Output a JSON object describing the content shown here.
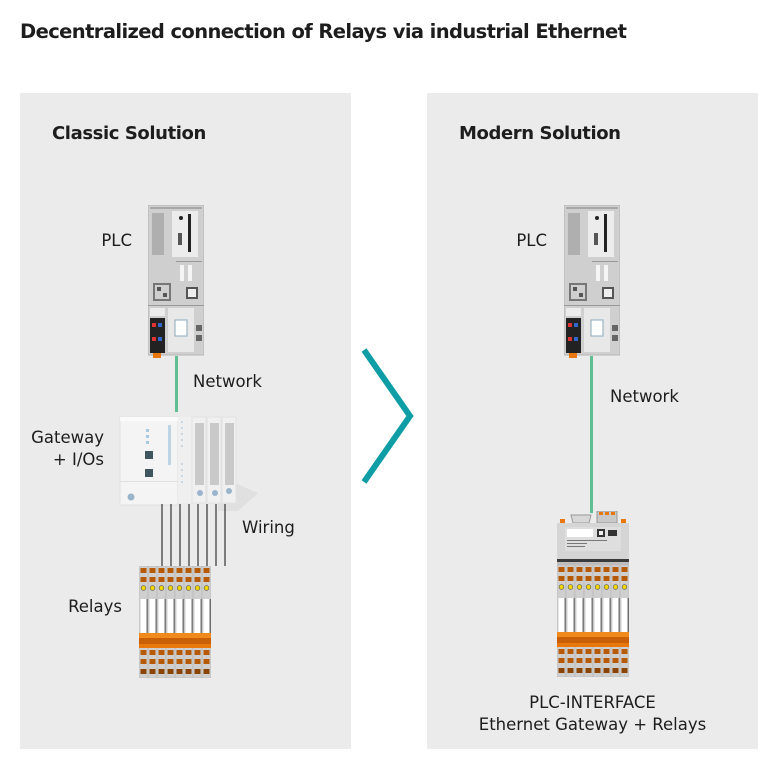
{
  "title": "Decentralized connection of Relays via industrial Ethernet",
  "colors": {
    "panel_bg": "#ebebeb",
    "network_cable": "#5fbf93",
    "arrow": "#0f9ea6",
    "relay_orange": "#e8770c",
    "led_yellow": "#f2d600"
  },
  "classic": {
    "heading": "Classic Solution",
    "plc_label": "PLC",
    "network_label": "Network",
    "gateway_label_line1": "Gateway",
    "gateway_label_line2": "+ I/Os",
    "wiring_label": "Wiring",
    "relays_label": "Relays",
    "relay_channels": 8,
    "wire_count": 8
  },
  "transition_icon": "chevron-right-icon",
  "modern": {
    "heading": "Modern Solution",
    "plc_label": "PLC",
    "network_label": "Network",
    "device_label_line1": "PLC-INTERFACE",
    "device_label_line2": "Ethernet Gateway + Relays",
    "relay_channels": 8
  }
}
